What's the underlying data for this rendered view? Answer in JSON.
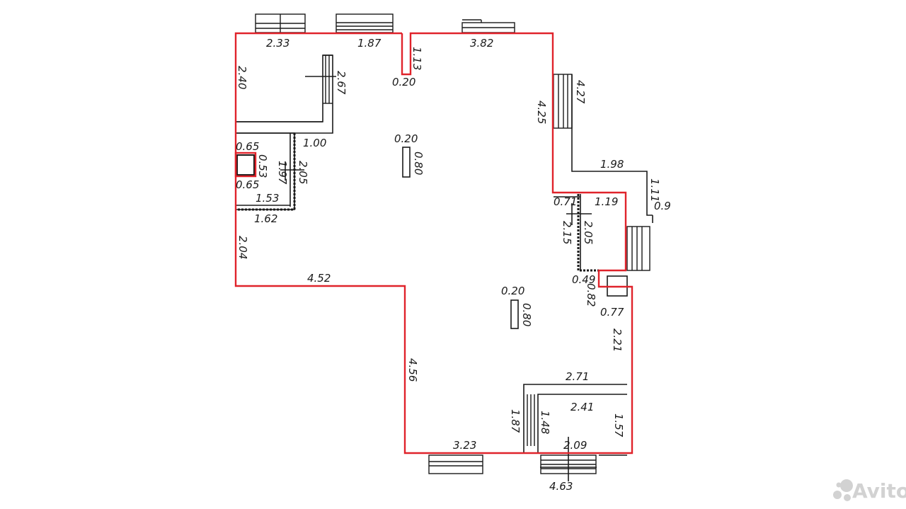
{
  "colors": {
    "outer_wall": "#e0232b",
    "lines": "#1a1a1a",
    "watermark": "#d2d2d2"
  },
  "watermark": {
    "text": "Avito",
    "icon": "avito-dots-icon"
  },
  "dimensions": {
    "d_2_33": "2.33",
    "d_1_87_top": "1.87",
    "d_1_13": "1.13",
    "d_3_82": "3.82",
    "d_2_40": "2.40",
    "d_2_67": "2.67",
    "d_0_20_notch": "0.20",
    "d_4_27": "4.27",
    "d_4_25": "4.25",
    "d_1_00": "1.00",
    "d_0_20_col1": "0.20",
    "d_0_80_col1": "0.80",
    "d_0_65_a": "0.65",
    "d_0_53": "0.53",
    "d_1_97": "1.97",
    "d_2_05_left": "2.05",
    "d_0_65_b": "0.65",
    "d_1_53": "1.53",
    "d_1_62": "1.62",
    "d_1_98": "1.98",
    "d_1_11": "1.11",
    "d_0_9": "0.9",
    "d_0_71": "0.71",
    "d_1_19": "1.19",
    "d_2_15": "2.15",
    "d_2_05_right": "2.05",
    "d_0_49": "0.49",
    "d_0_82": "0.82",
    "d_0_77": "0.77",
    "d_2_04": "2.04",
    "d_4_52": "4.52",
    "d_0_20_col2": "0.20",
    "d_0_80_col2": "0.80",
    "d_2_21": "2.21",
    "d_4_56": "4.56",
    "d_2_71": "2.71",
    "d_2_41": "2.41",
    "d_1_87_bottom": "1.87",
    "d_1_48": "1.48",
    "d_1_57": "1.57",
    "d_3_23": "3.23",
    "d_2_09": "2.09",
    "d_4_63": "4.63"
  }
}
